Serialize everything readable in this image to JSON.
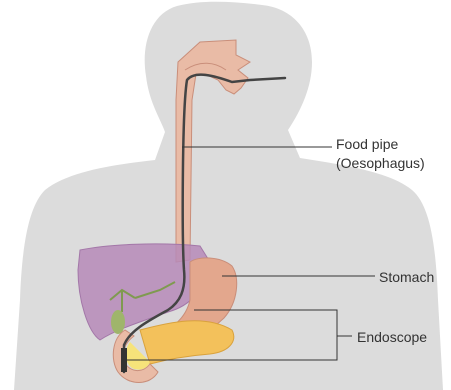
{
  "labels": {
    "food_pipe_line1": "Food pipe",
    "food_pipe_line2": "(Oesophagus)",
    "stomach": "Stomach",
    "endoscope": "Endoscope"
  },
  "colors": {
    "silhouette": "#dcdcdc",
    "oesophagus": "#e9bba6",
    "oesophagus_outline": "#c98e7a",
    "stomach": "#e3a78d",
    "liver": "#b689b9",
    "pancreas": "#f3c15b",
    "gallbladder": "#9fb56b",
    "duodenum": "#e9bba6",
    "endoscope": "#444444",
    "leader_line": "#333333"
  }
}
